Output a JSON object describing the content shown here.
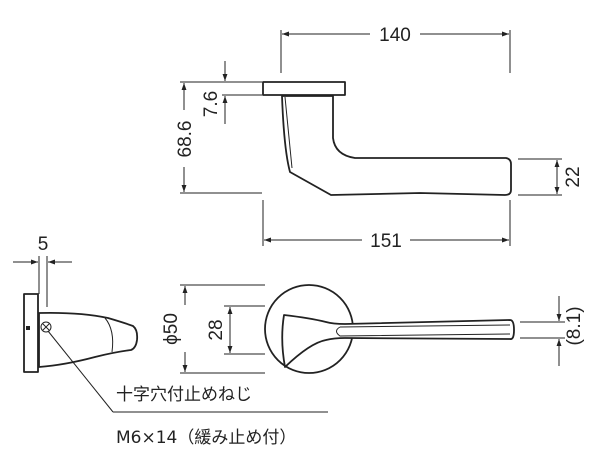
{
  "dimensions": {
    "overall_length_top": "140",
    "overall_length_bottom": "151",
    "height": "68.6",
    "rosette_thickness": "7.6",
    "grip_height": "22",
    "rosette_diameter": "ϕ50",
    "neck_width": "28",
    "tip_width": "(8.1)",
    "side_offset": "5"
  },
  "annotations": {
    "screw_name": "十字穴付止めねじ",
    "screw_spec": "M6×14（緩み止め付）"
  }
}
